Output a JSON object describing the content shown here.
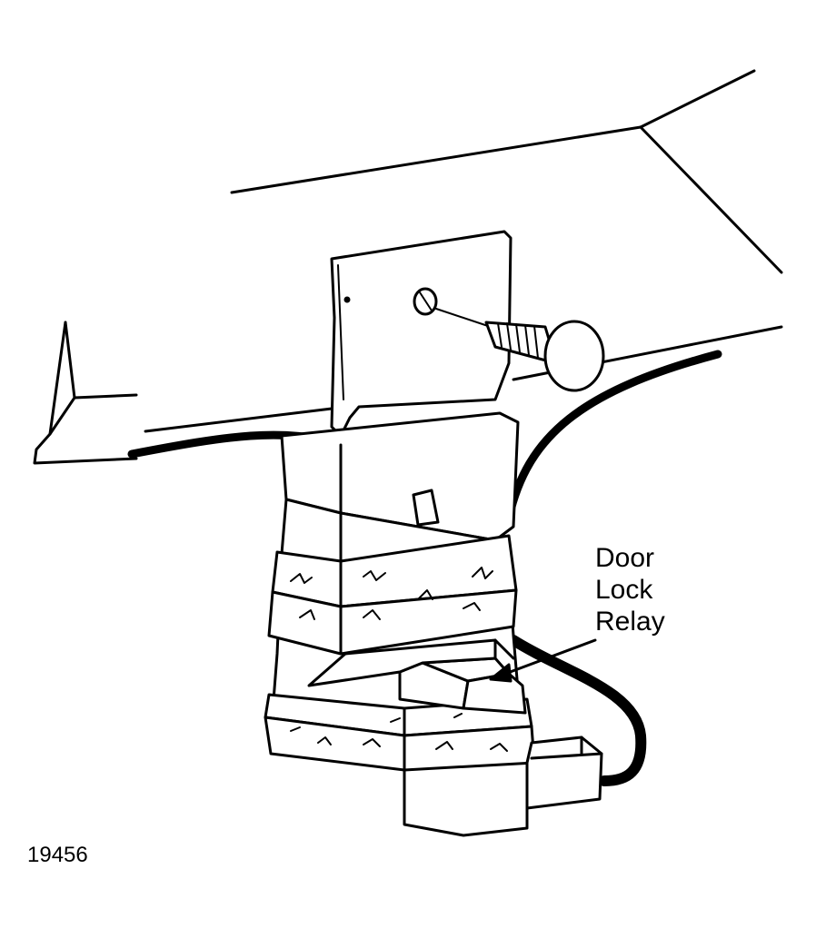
{
  "callout": {
    "line1": "Door",
    "line2": "Lock",
    "line3": "Relay"
  },
  "figure_number": "19456",
  "colors": {
    "ink": "#000000",
    "paper": "#ffffff"
  }
}
